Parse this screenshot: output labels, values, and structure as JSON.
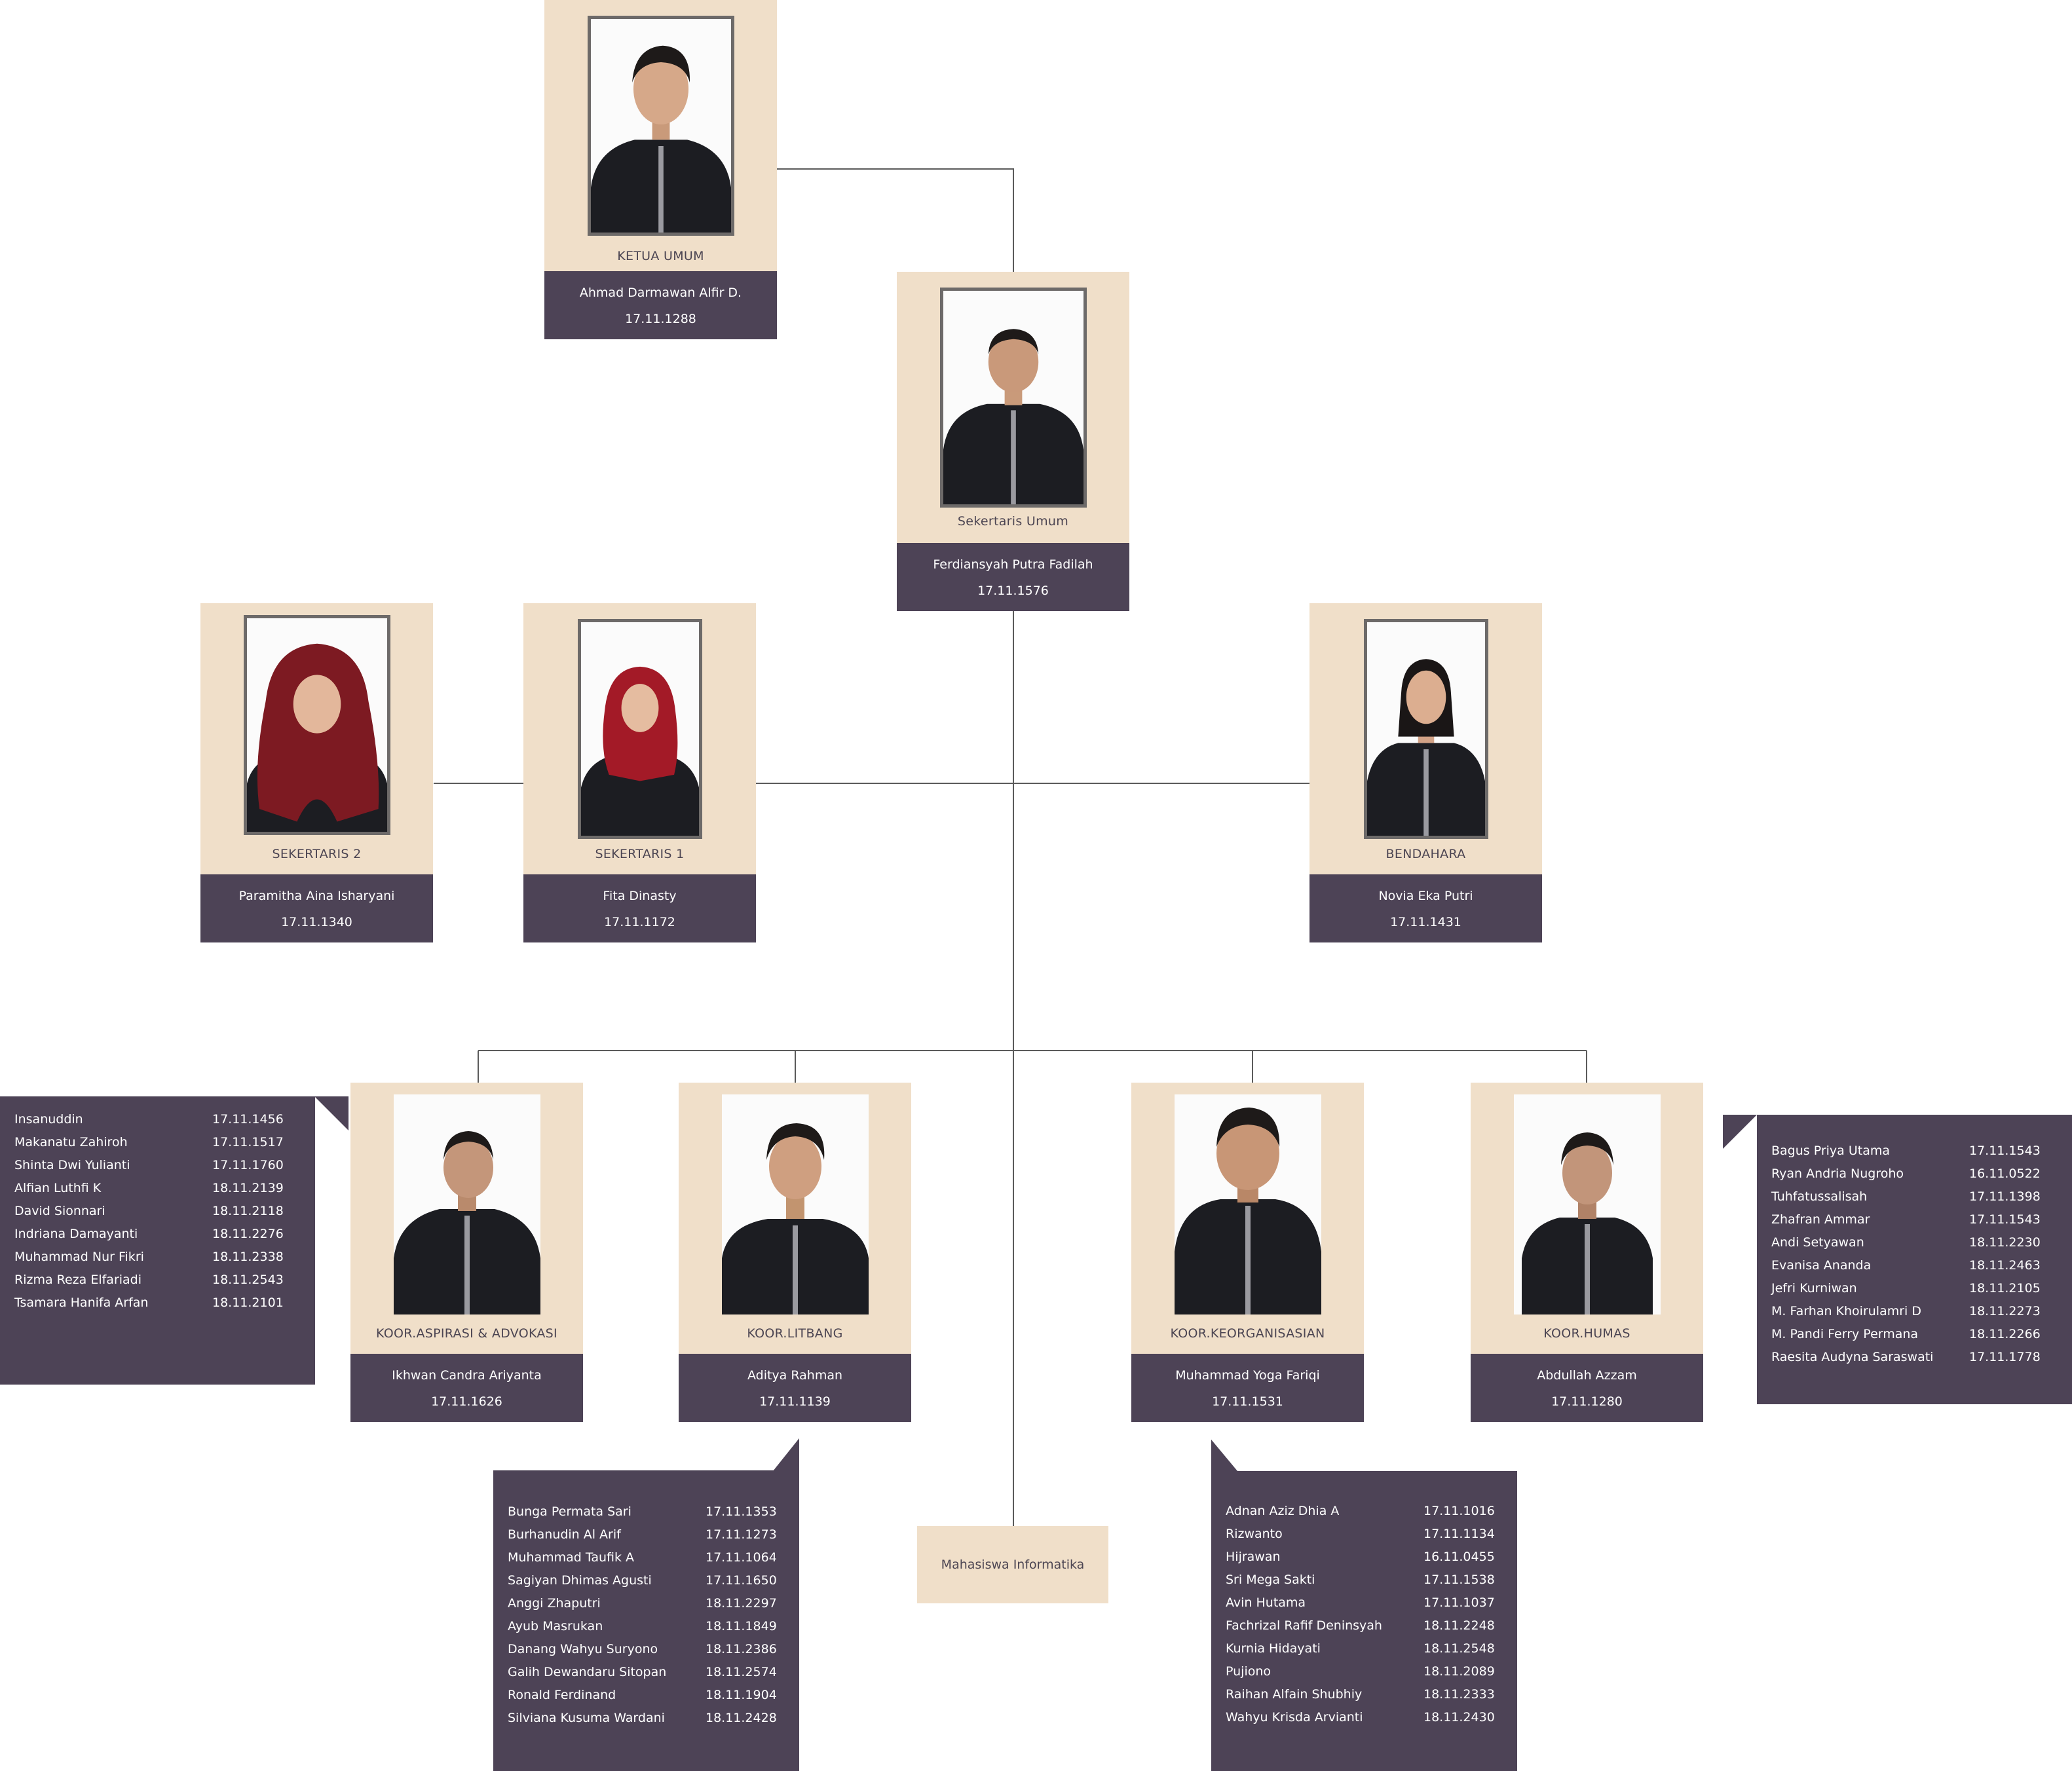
{
  "colors": {
    "card_bg": "#f0dfc9",
    "name_bar": "#4d4356",
    "line": "#5b5b5b"
  },
  "members": {
    "ketua": {
      "role": "KETUA UMUM",
      "name": "Ahmad Darmawan Alfir D.",
      "id": "17.11.1288"
    },
    "sekum": {
      "role": "Sekertaris Umum",
      "name": "Ferdiansyah Putra Fadilah",
      "id": "17.11.1576"
    },
    "sek2": {
      "role": "SEKERTARIS 2",
      "name": "Paramitha Aina Isharyani",
      "id": "17.11.1340"
    },
    "sek1": {
      "role": "SEKERTARIS 1",
      "name": "Fita Dinasty",
      "id": "17.11.1172"
    },
    "bendahara": {
      "role": "BENDAHARA",
      "name": "Novia Eka Putri",
      "id": "17.11.1431"
    },
    "aspirasi": {
      "role": "KOOR.ASPIRASI & ADVOKASI",
      "name": "Ikhwan Candra Ariyanta",
      "id": "17.11.1626"
    },
    "litbang": {
      "role": "KOOR.LITBANG",
      "name": "Aditya Rahman",
      "id": "17.11.1139"
    },
    "keorg": {
      "role": "KOOR.KEORGANISASIAN",
      "name": "Muhammad Yoga Fariqi",
      "id": "17.11.1531"
    },
    "humas": {
      "role": "KOOR.HUMAS",
      "name": "Abdullah Azzam",
      "id": "17.11.1280"
    }
  },
  "lists": {
    "aspirasi": [
      {
        "name": "Insanuddin",
        "id": "17.11.1456"
      },
      {
        "name": "Makanatu Zahiroh",
        "id": "17.11.1517"
      },
      {
        "name": "Shinta Dwi Yulianti",
        "id": "17.11.1760"
      },
      {
        "name": "Alfian Luthfi K",
        "id": "18.11.2139"
      },
      {
        "name": "David Sionnari",
        "id": "18.11.2118"
      },
      {
        "name": "Indriana Damayanti",
        "id": "18.11.2276"
      },
      {
        "name": "Muhammad  Nur Fikri",
        "id": "18.11.2338"
      },
      {
        "name": "Rizma Reza Elfariadi",
        "id": "18.11.2543"
      },
      {
        "name": "Tsamara Hanifa Arfan",
        "id": "18.11.2101"
      }
    ],
    "litbang": [
      {
        "name": "Bunga Permata Sari",
        "id": "17.11.1353"
      },
      {
        "name": "Burhanudin Al Arif",
        "id": "17.11.1273"
      },
      {
        "name": "Muhammad Taufik A",
        "id": "17.11.1064"
      },
      {
        "name": "Sagiyan Dhimas Agusti",
        "id": "17.11.1650"
      },
      {
        "name": "Anggi Zhaputri",
        "id": "18.11.2297"
      },
      {
        "name": "Ayub Masrukan",
        "id": "18.11.1849"
      },
      {
        "name": "Danang Wahyu Suryono",
        "id": "18.11.2386"
      },
      {
        "name": "Galih Dewandaru Sitopan",
        "id": "18.11.2574"
      },
      {
        "name": "Ronald Ferdinand",
        "id": "18.11.1904"
      },
      {
        "name": "Silviana Kusuma Wardani",
        "id": "18.11.2428"
      }
    ],
    "keorg": [
      {
        "name": "Adnan Aziz Dhia A",
        "id": "17.11.1016"
      },
      {
        "name": "Rizwanto",
        "id": "17.11.1134"
      },
      {
        "name": "Hijrawan",
        "id": "16.11.0455"
      },
      {
        "name": "Sri Mega Sakti",
        "id": "17.11.1538"
      },
      {
        "name": "Avin Hutama",
        "id": "17.11.1037"
      },
      {
        "name": "Fachrizal Rafif Deninsyah",
        "id": "18.11.2248"
      },
      {
        "name": "Kurnia Hidayati",
        "id": "18.11.2548"
      },
      {
        "name": "Pujiono",
        "id": "18.11.2089"
      },
      {
        "name": "Raihan Alfain Shubhiy",
        "id": "18.11.2333"
      },
      {
        "name": "Wahyu Krisda Arvianti",
        "id": "18.11.2430"
      }
    ],
    "humas": [
      {
        "name": "Bagus Priya Utama",
        "id": "17.11.1543"
      },
      {
        "name": "Ryan Andria Nugroho",
        "id": "16.11.0522"
      },
      {
        "name": "Tuhfatussalisah",
        "id": "17.11.1398"
      },
      {
        "name": "Zhafran Ammar",
        "id": "17.11.1543"
      },
      {
        "name": "Andi Setyawan",
        "id": "18.11.2230"
      },
      {
        "name": "Evanisa Ananda",
        "id": "18.11.2463"
      },
      {
        "name": "Jefri Kurniwan",
        "id": "18.11.2105"
      },
      {
        "name": "M. Farhan Khoirulamri D",
        "id": "18.11.2273"
      },
      {
        "name": "M. Pandi Ferry Permana",
        "id": "18.11.2266"
      },
      {
        "name": "Raesita Audyna Saraswati",
        "id": "17.11.1778"
      }
    ]
  },
  "footer_box": "Mahasiswa Informatika"
}
